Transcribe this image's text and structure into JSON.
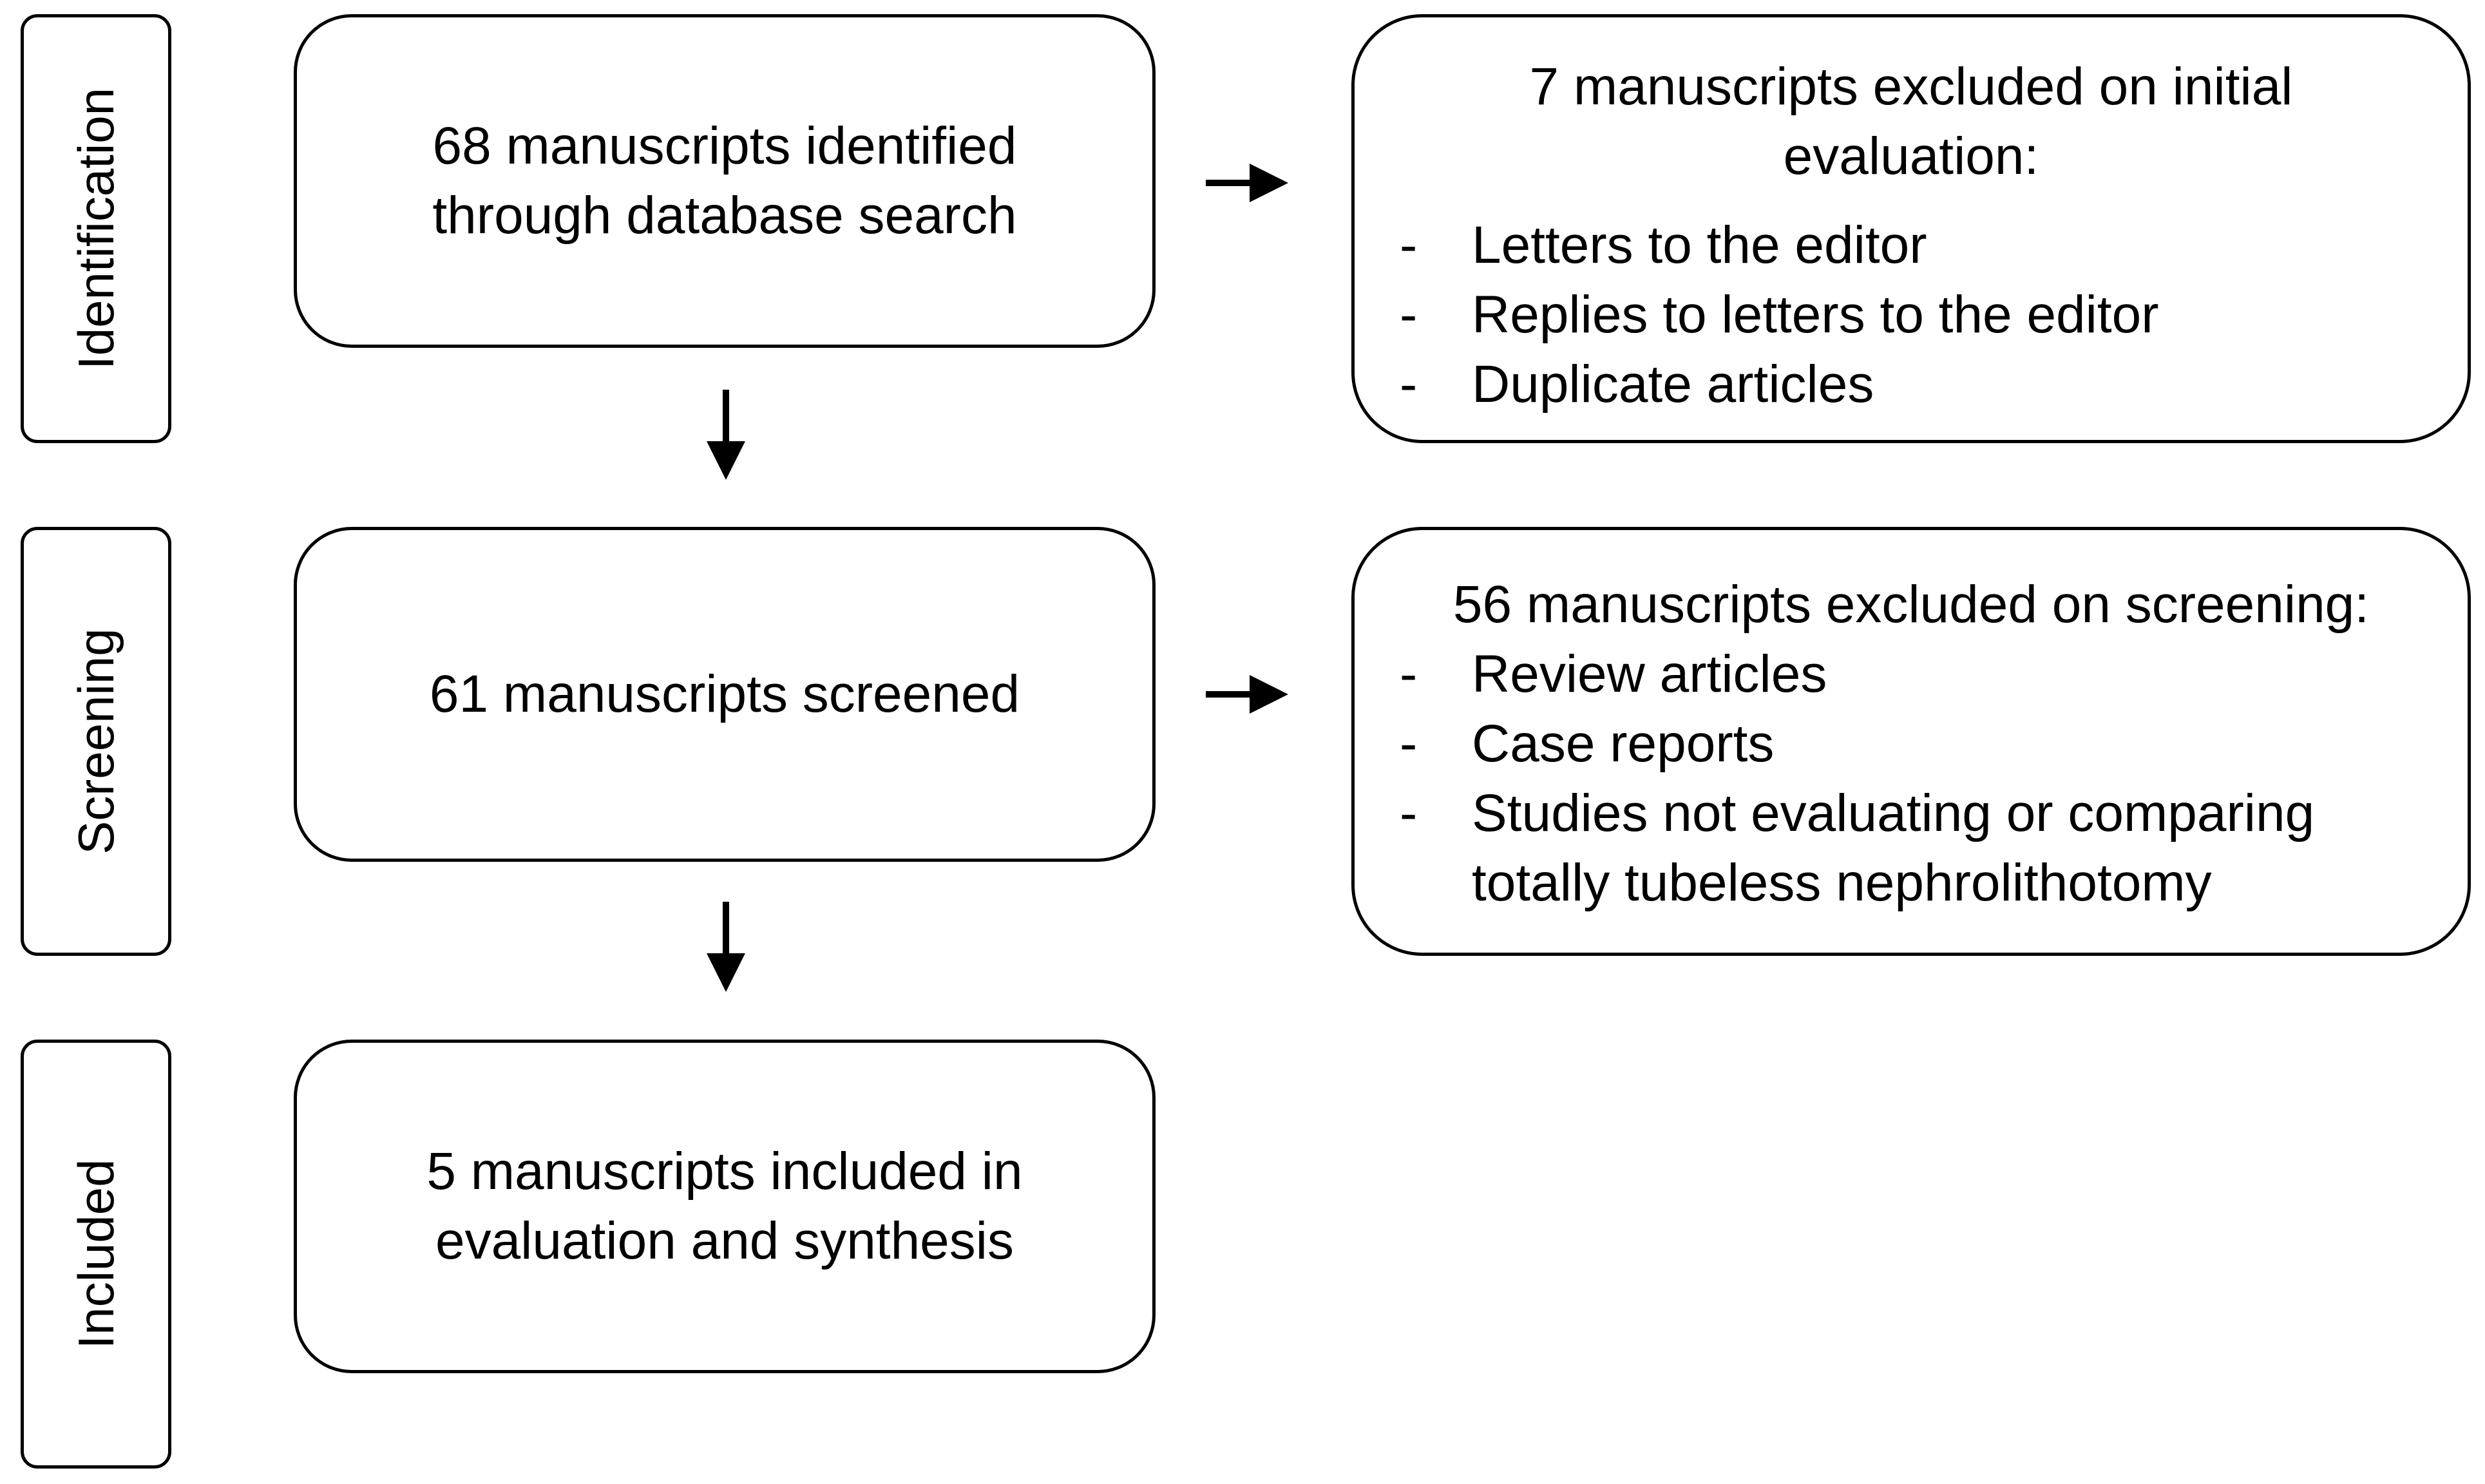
{
  "stages": [
    {
      "id": "identification",
      "label": "Identification"
    },
    {
      "id": "screening",
      "label": "Screening"
    },
    {
      "id": "included",
      "label": "Included"
    }
  ],
  "main_boxes": {
    "identified": "68 manuscripts identified through database search",
    "screened": "61 manuscripts screened",
    "included": "5 manuscripts included in evaluation and synthesis"
  },
  "exclusions": {
    "initial": {
      "heading": "7 manuscripts excluded on initial evaluation:",
      "items": [
        "Letters to the editor",
        "Replies to letters to the editor",
        "Duplicate articles"
      ]
    },
    "screening": {
      "heading": "56 manuscripts excluded on screening:",
      "items": [
        "Review articles",
        "Case reports",
        "Studies not evaluating or comparing totally tubeless nephrolithotomy"
      ]
    }
  },
  "bullet_marker": "-"
}
